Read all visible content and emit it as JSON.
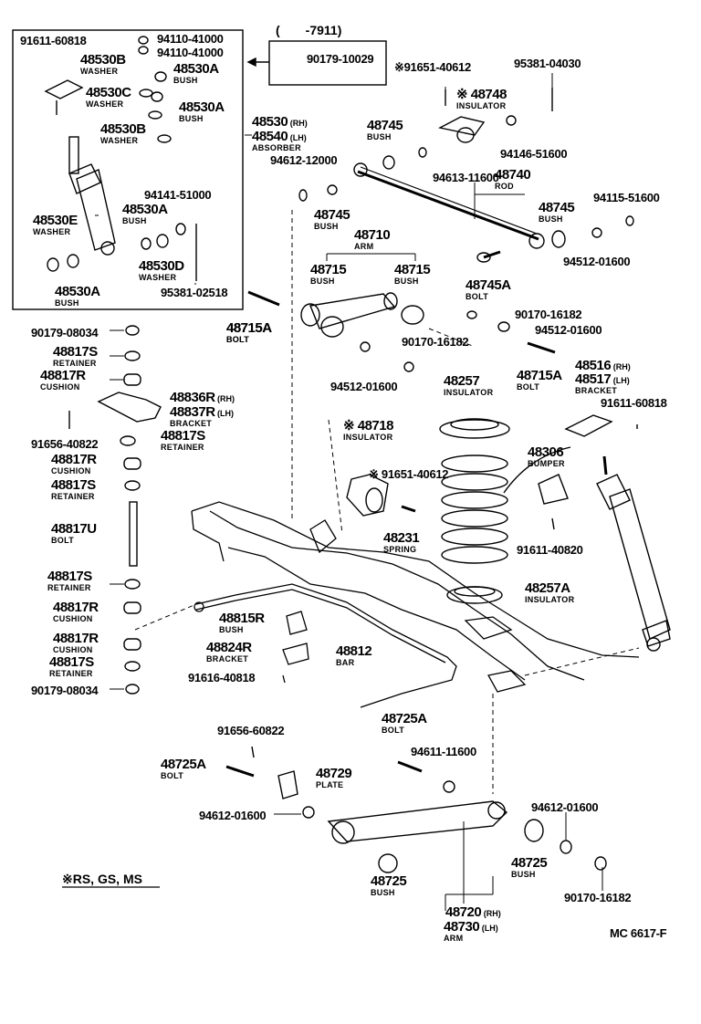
{
  "diagram": {
    "drawing_code": "MC 6617-F",
    "footnote": "※RS, GS, MS",
    "range_note": "(　　-7911)",
    "labels": [
      {
        "id": "l1",
        "part": "91611-60818",
        "name": ""
      },
      {
        "id": "l2",
        "part": "94110-41000",
        "name": ""
      },
      {
        "id": "l3",
        "part": "94110-41000",
        "name": ""
      },
      {
        "id": "l4",
        "part": "48530B",
        "name": "WASHER"
      },
      {
        "id": "l5",
        "part": "48530A",
        "name": "BUSH"
      },
      {
        "id": "l6",
        "part": "48530C",
        "name": "WASHER"
      },
      {
        "id": "l7",
        "part": "48530A",
        "name": "BUSH"
      },
      {
        "id": "l8",
        "part": "48530B",
        "name": "WASHER"
      },
      {
        "id": "l9",
        "part": "48530",
        "suffix": "(RH)",
        "name": ""
      },
      {
        "id": "l10",
        "part": "48540",
        "suffix": "(LH)",
        "name": "ABSORBER"
      },
      {
        "id": "l11",
        "part": "94141-51000",
        "name": ""
      },
      {
        "id": "l12",
        "part": "48530A",
        "name": "BUSH"
      },
      {
        "id": "l13",
        "part": "48530E",
        "name": "WASHER"
      },
      {
        "id": "l14",
        "part": "48530D",
        "name": "WASHER"
      },
      {
        "id": "l15",
        "part": "48530A",
        "name": "BUSH"
      },
      {
        "id": "l16",
        "part": "95381-02518",
        "name": ""
      },
      {
        "id": "l17",
        "part": "90179-10029",
        "name": ""
      },
      {
        "id": "l18",
        "part": "※91651-40612",
        "name": ""
      },
      {
        "id": "l19",
        "part": "95381-04030",
        "name": ""
      },
      {
        "id": "l20",
        "part": "※ 48748",
        "name": "INSULATOR"
      },
      {
        "id": "l21",
        "part": "48745",
        "name": "BUSH"
      },
      {
        "id": "l22",
        "part": "94146-51600",
        "name": ""
      },
      {
        "id": "l23",
        "part": "94612-12000",
        "name": ""
      },
      {
        "id": "l24",
        "part": "94613-11600",
        "name": ""
      },
      {
        "id": "l25",
        "part": "48740",
        "name": "ROD"
      },
      {
        "id": "l26",
        "part": "48745",
        "name": "BUSH"
      },
      {
        "id": "l27",
        "part": "94115-51600",
        "name": ""
      },
      {
        "id": "l28",
        "part": "48745",
        "name": "BUSH"
      },
      {
        "id": "l29",
        "part": "48710",
        "name": "ARM"
      },
      {
        "id": "l30",
        "part": "48715",
        "name": "BUSH"
      },
      {
        "id": "l31",
        "part": "48715",
        "name": "BUSH"
      },
      {
        "id": "l32",
        "part": "94512-01600",
        "name": ""
      },
      {
        "id": "l33",
        "part": "48745A",
        "name": "BOLT"
      },
      {
        "id": "l34",
        "part": "90170-16182",
        "name": ""
      },
      {
        "id": "l35",
        "part": "94512-01600",
        "name": ""
      },
      {
        "id": "l36",
        "part": "48715A",
        "name": "BOLT"
      },
      {
        "id": "l37",
        "part": "90179-08034",
        "name": ""
      },
      {
        "id": "l38",
        "part": "48817S",
        "name": "RETAINER"
      },
      {
        "id": "l39",
        "part": "48817R",
        "name": "CUSHION"
      },
      {
        "id": "l40",
        "part": "48836R",
        "suffix": "(RH)",
        "name": ""
      },
      {
        "id": "l41",
        "part": "48837R",
        "suffix": "(LH)",
        "name": "BRACKET"
      },
      {
        "id": "l42",
        "part": "91656-40822",
        "name": ""
      },
      {
        "id": "l43",
        "part": "48817S",
        "name": "RETAINER"
      },
      {
        "id": "l44",
        "part": "48817R",
        "name": "CUSHION"
      },
      {
        "id": "l45",
        "part": "48817S",
        "name": "RETAINER"
      },
      {
        "id": "l46",
        "part": "48817U",
        "name": "BOLT"
      },
      {
        "id": "l47",
        "part": "48817S",
        "name": "RETAINER"
      },
      {
        "id": "l48",
        "part": "48817R",
        "name": "CUSHION"
      },
      {
        "id": "l49",
        "part": "48817R",
        "name": "CUSHION"
      },
      {
        "id": "l50",
        "part": "48817S",
        "name": "RETAINER"
      },
      {
        "id": "l51",
        "part": "90179-08034",
        "name": ""
      },
      {
        "id": "l52",
        "part": "48715A",
        "name": "BOLT"
      },
      {
        "id": "l53",
        "part": "90170-16182",
        "name": ""
      },
      {
        "id": "l54",
        "part": "94512-01600",
        "name": ""
      },
      {
        "id": "l55",
        "part": "48715A",
        "name": "BOLT"
      },
      {
        "id": "l56",
        "part": "48257",
        "name": "INSULATOR"
      },
      {
        "id": "l57",
        "part": "48516",
        "suffix": "(RH)",
        "name": ""
      },
      {
        "id": "l58",
        "part": "48517",
        "suffix": "(LH)",
        "name": "BRACKET"
      },
      {
        "id": "l59",
        "part": "91611-60818",
        "name": ""
      },
      {
        "id": "l60",
        "part": "※ 48718",
        "name": "INSULATOR"
      },
      {
        "id": "l61",
        "part": "※ 91651-40612",
        "name": ""
      },
      {
        "id": "l62",
        "part": "48306",
        "name": "BUMPER"
      },
      {
        "id": "l63",
        "part": "48231",
        "name": "SPRING"
      },
      {
        "id": "l64",
        "part": "91611-40820",
        "name": ""
      },
      {
        "id": "l65",
        "part": "48257A",
        "name": "INSULATOR"
      },
      {
        "id": "l66",
        "part": "48815R",
        "name": "BUSH"
      },
      {
        "id": "l67",
        "part": "48824R",
        "name": "BRACKET"
      },
      {
        "id": "l68",
        "part": "48812",
        "name": "BAR"
      },
      {
        "id": "l69",
        "part": "91616-40818",
        "name": ""
      },
      {
        "id": "l70",
        "part": "91656-60822",
        "name": ""
      },
      {
        "id": "l71",
        "part": "48725A",
        "name": "BOLT"
      },
      {
        "id": "l72",
        "part": "48725A",
        "name": "BOLT"
      },
      {
        "id": "l73",
        "part": "94611-11600",
        "name": ""
      },
      {
        "id": "l74",
        "part": "48729",
        "name": "PLATE"
      },
      {
        "id": "l75",
        "part": "94612-01600",
        "name": ""
      },
      {
        "id": "l76",
        "part": "94612-01600",
        "name": ""
      },
      {
        "id": "l77",
        "part": "48725",
        "name": "BUSH"
      },
      {
        "id": "l78",
        "part": "48725",
        "name": "BUSH"
      },
      {
        "id": "l79",
        "part": "90170-16182",
        "name": ""
      },
      {
        "id": "l80",
        "part": "48720",
        "suffix": "(RH)",
        "name": ""
      },
      {
        "id": "l81",
        "part": "48730",
        "suffix": "(LH)",
        "name": "ARM"
      }
    ]
  }
}
